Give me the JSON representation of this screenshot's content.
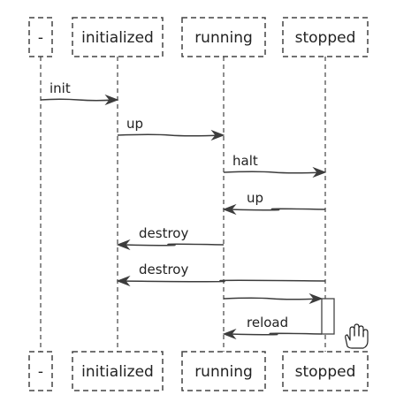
{
  "participants": [
    {
      "id": "p0",
      "label": "-"
    },
    {
      "id": "p1",
      "label": "initialized"
    },
    {
      "id": "p2",
      "label": "running"
    },
    {
      "id": "p3",
      "label": "stopped"
    }
  ],
  "messages": [
    {
      "from": 0,
      "to": 1,
      "label": "init"
    },
    {
      "from": 1,
      "to": 2,
      "label": "up"
    },
    {
      "from": 2,
      "to": 3,
      "label": "halt"
    },
    {
      "from": 3,
      "to": 2,
      "label": "up"
    },
    {
      "from": 2,
      "to": 1,
      "label": "destroy"
    },
    {
      "from": 3,
      "to": 1,
      "label": "destroy"
    },
    {
      "from": 2,
      "to": 3,
      "label": ""
    },
    {
      "from": 3,
      "to": 2,
      "label": "reload"
    }
  ],
  "icons": {
    "hand": "hand-cursor-icon"
  }
}
